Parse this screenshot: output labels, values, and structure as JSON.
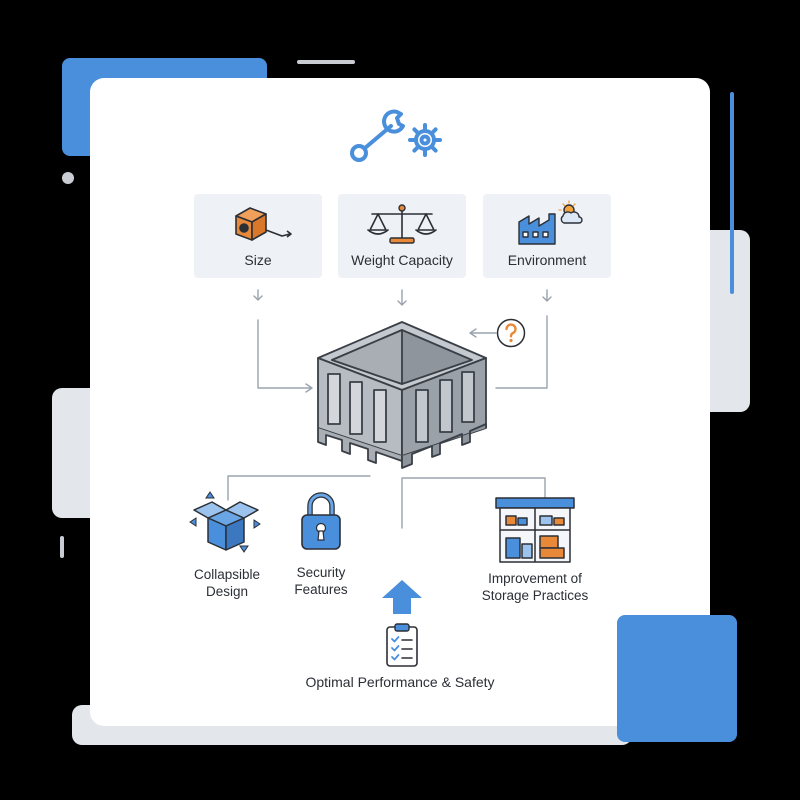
{
  "criteria": [
    {
      "label": "Size",
      "icon": "tape-measure-icon"
    },
    {
      "label": "Weight Capacity",
      "icon": "balance-scale-icon"
    },
    {
      "label": "Environment",
      "icon": "factory-weather-icon"
    }
  ],
  "header_icon": "wrench-gear-icon",
  "center_icon": "storage-container-icon",
  "question_icon": "question-mark-icon",
  "features": [
    {
      "label_line1": "Collapsible",
      "label_line2": "Design",
      "icon": "collapsible-box-icon"
    },
    {
      "label_line1": "Security",
      "label_line2": "Features",
      "icon": "padlock-icon"
    },
    {
      "label_line1": "Improvement of",
      "label_line2": "Storage Practices",
      "icon": "warehouse-shelf-icon"
    }
  ],
  "outcome": {
    "label": "Optimal Performance & Safety",
    "icon": "checklist-clipboard-icon"
  },
  "colors": {
    "accent_blue": "#4a8fdb",
    "accent_orange": "#e8893a",
    "panel_gray": "#eef1f5",
    "line_gray": "#9aa3ad"
  }
}
